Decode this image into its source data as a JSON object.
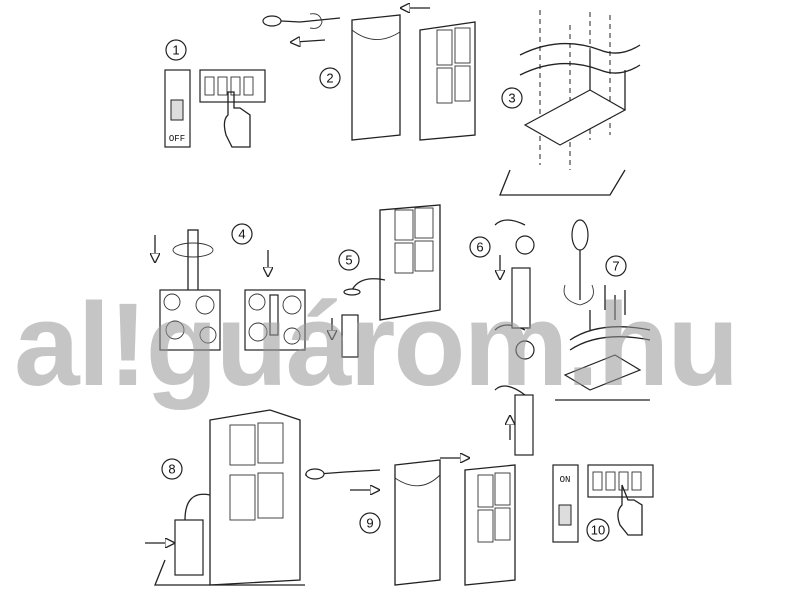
{
  "steps": [
    {
      "number": "1"
    },
    {
      "number": "2"
    },
    {
      "number": "3"
    },
    {
      "number": "4"
    },
    {
      "number": "5"
    },
    {
      "number": "6"
    },
    {
      "number": "7"
    },
    {
      "number": "8"
    },
    {
      "number": "9"
    },
    {
      "number": "10"
    }
  ],
  "switch_off_label": "OFF",
  "switch_on_label": "ON",
  "watermark": "al!guárom.hu",
  "colors": {
    "line": "#222222",
    "watermark": "#969696",
    "watermark_accent": "#f4a0a0"
  }
}
